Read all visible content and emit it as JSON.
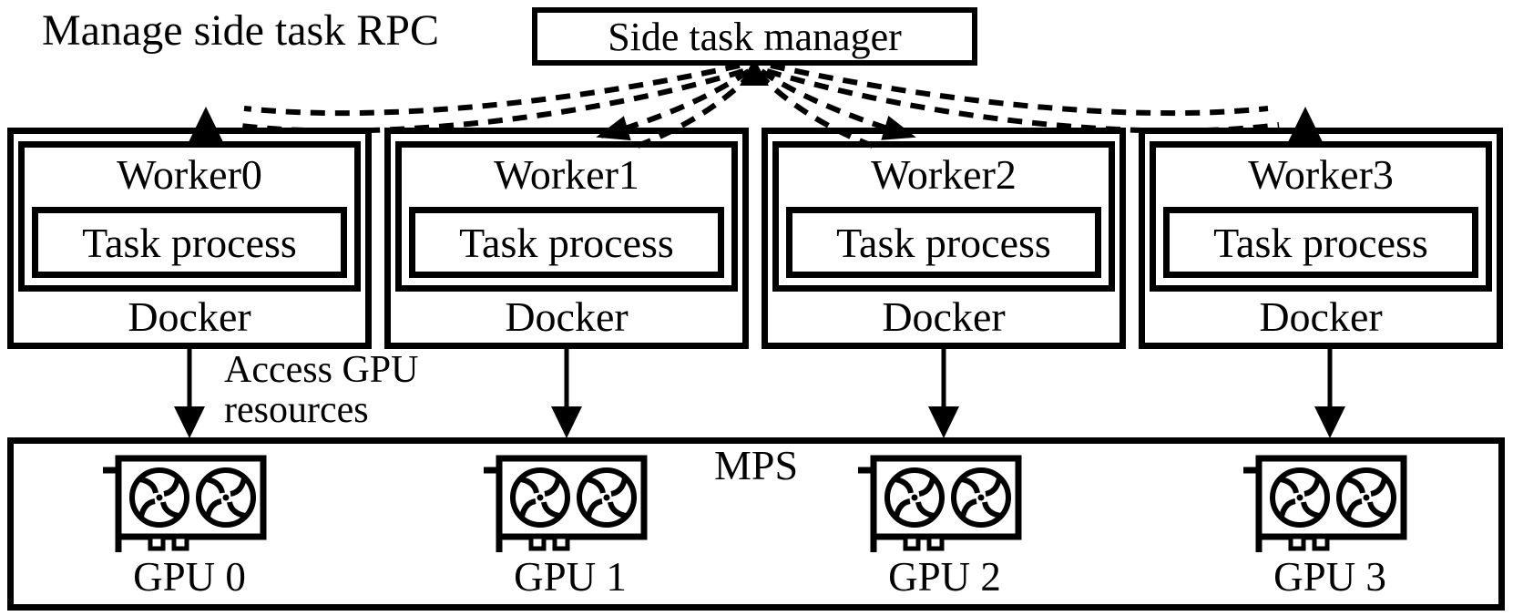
{
  "colors": {
    "ink": "#000000",
    "background": "#ffffff"
  },
  "header": {
    "note": "Manage side task RPC",
    "manager_label": "Side task manager"
  },
  "workers": [
    {
      "name": "Worker0",
      "process": "Task process",
      "runtime": "Docker"
    },
    {
      "name": "Worker1",
      "process": "Task process",
      "runtime": "Docker"
    },
    {
      "name": "Worker2",
      "process": "Task process",
      "runtime": "Docker"
    },
    {
      "name": "Worker3",
      "process": "Task process",
      "runtime": "Docker"
    }
  ],
  "access_note": {
    "lines": [
      "Access GPU",
      "resources"
    ]
  },
  "mps": {
    "label": "MPS",
    "gpus": [
      {
        "label": "GPU 0",
        "icon": "gpu-card-icon"
      },
      {
        "label": "GPU 1",
        "icon": "gpu-card-icon"
      },
      {
        "label": "GPU 2",
        "icon": "gpu-card-icon"
      },
      {
        "label": "GPU 3",
        "icon": "gpu-card-icon"
      }
    ]
  }
}
